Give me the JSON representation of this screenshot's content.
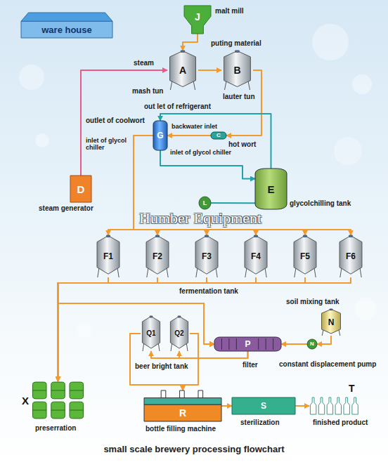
{
  "diagram": {
    "caption": "small scale brewery processing flowchart",
    "nodes": [
      {
        "text": [
          "ware house"
        ]
      },
      {
        "text": [
          "J",
          "malt mill"
        ]
      },
      {
        "text": [
          "A",
          "mash tun"
        ]
      },
      {
        "text": [
          "B",
          "lauter tun"
        ]
      },
      {
        "text": [
          "G"
        ]
      },
      {
        "text": [
          "C",
          "hot wort"
        ]
      },
      {
        "text": [
          "D",
          "steam generator"
        ]
      },
      {
        "text": [
          "E",
          "glycolchilling tank"
        ]
      },
      {
        "text": [
          "L"
        ]
      },
      {
        "text": [
          "F1"
        ]
      },
      {
        "text": [
          "F2"
        ]
      },
      {
        "text": [
          "F3"
        ]
      },
      {
        "text": [
          "F4"
        ]
      },
      {
        "text": [
          "F5"
        ]
      },
      {
        "text": [
          "F6"
        ]
      },
      {
        "text": [
          "N",
          "soil mixing tank"
        ]
      },
      {
        "text": [
          "N",
          "constant displacement pump"
        ]
      },
      {
        "text": [
          "P",
          "filter"
        ]
      },
      {
        "text": [
          "Q1"
        ]
      },
      {
        "text": [
          "Q2"
        ]
      },
      {
        "text": [
          "R",
          "bottle filling machine"
        ]
      },
      {
        "text": [
          "S",
          "sterilization"
        ]
      },
      {
        "text": [
          "T",
          "finished product"
        ]
      },
      {
        "text": [
          "X",
          "preserration"
        ]
      }
    ],
    "edges": [
      {
        "from": 1,
        "to": 2,
        "arrow": "to"
      },
      {
        "from": 6,
        "to": 2,
        "arrow": "to",
        "label": "steam"
      },
      {
        "from": 2,
        "to": 3,
        "arrow": "to"
      },
      {
        "from": 3,
        "to": 5,
        "arrow": "to"
      },
      {
        "from": 5,
        "to": 4,
        "arrow": "to"
      },
      {
        "from": 4,
        "to": 9,
        "arrow": "to"
      },
      {
        "from": 4,
        "to": 10,
        "arrow": "to"
      },
      {
        "from": 4,
        "to": 11,
        "arrow": "to"
      },
      {
        "from": 4,
        "to": 12,
        "arrow": "to"
      },
      {
        "from": 4,
        "to": 13,
        "arrow": "to"
      },
      {
        "from": 4,
        "to": 14,
        "arrow": "to"
      },
      {
        "from": 7,
        "to": 4,
        "arrow": "to"
      },
      {
        "from": 4,
        "to": 7,
        "arrow": "to"
      },
      {
        "from": 8,
        "to": 7,
        "arrow": "none"
      },
      {
        "from": 9,
        "to": 17,
        "arrow": "to"
      },
      {
        "from": 10,
        "to": 17,
        "arrow": "to"
      },
      {
        "from": 11,
        "to": 17,
        "arrow": "to"
      },
      {
        "from": 12,
        "to": 17,
        "arrow": "to"
      },
      {
        "from": 13,
        "to": 17,
        "arrow": "to"
      },
      {
        "from": 14,
        "to": 17,
        "arrow": "to"
      },
      {
        "from": 9,
        "to": 23,
        "arrow": "to"
      },
      {
        "from": 10,
        "to": 23,
        "arrow": "to"
      },
      {
        "from": 11,
        "to": 23,
        "arrow": "to"
      },
      {
        "from": 12,
        "to": 23,
        "arrow": "to"
      },
      {
        "from": 13,
        "to": 23,
        "arrow": "to"
      },
      {
        "from": 14,
        "to": 23,
        "arrow": "to"
      },
      {
        "from": 15,
        "to": 16,
        "arrow": "to"
      },
      {
        "from": 16,
        "to": 17,
        "arrow": "to"
      },
      {
        "from": 17,
        "to": 18,
        "arrow": "to"
      },
      {
        "from": 17,
        "to": 19,
        "arrow": "to"
      },
      {
        "from": 18,
        "to": 20,
        "arrow": "to"
      },
      {
        "from": 19,
        "to": 20,
        "arrow": "to"
      },
      {
        "from": 20,
        "to": 21,
        "arrow": "to"
      },
      {
        "from": 21,
        "to": 22,
        "arrow": "to"
      }
    ],
    "labels": [
      "puting material",
      "out let of refrigerant",
      "outlet of coolwort",
      "backwater inlet",
      "inlet of glycol chiller",
      "inlet of glycol chiller",
      "Humber Equipment",
      "fermentation tank",
      "beer bright tank"
    ]
  }
}
